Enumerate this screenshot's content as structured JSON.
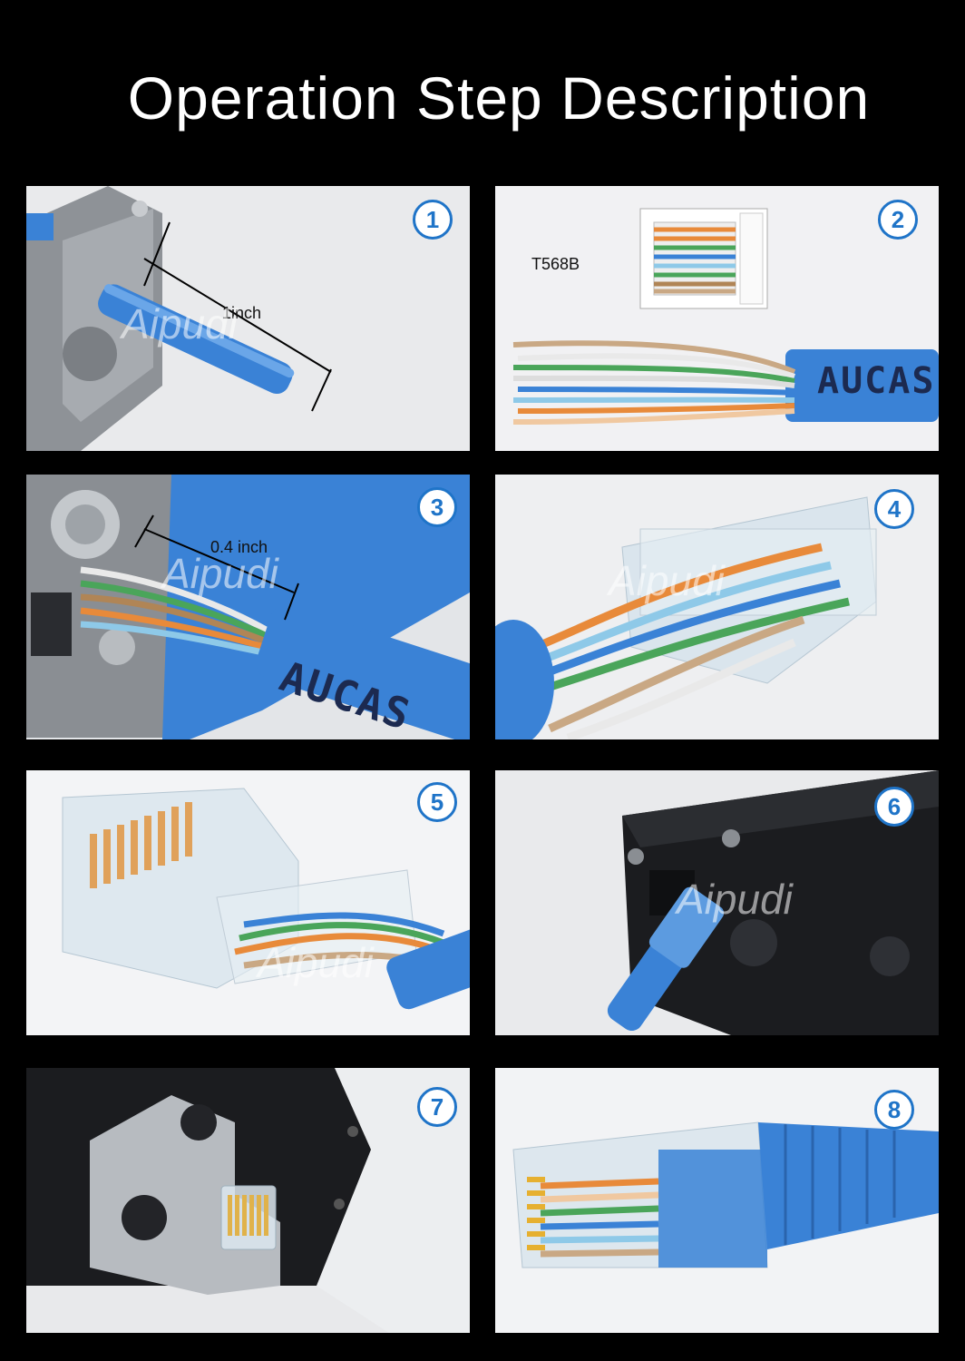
{
  "title": "Operation Step Description",
  "watermark": "Aipudi",
  "cable_brand": "AUCAS",
  "steps": [
    {
      "number": "1",
      "label": "1inch"
    },
    {
      "number": "2",
      "label": "T568B"
    },
    {
      "number": "3",
      "label": "0.4 inch"
    },
    {
      "number": "4"
    },
    {
      "number": "5"
    },
    {
      "number": "6"
    },
    {
      "number": "7"
    },
    {
      "number": "8"
    }
  ],
  "colors": {
    "badge": "#1f74c8",
    "cable": "#3a82d6",
    "background": "#000000"
  }
}
